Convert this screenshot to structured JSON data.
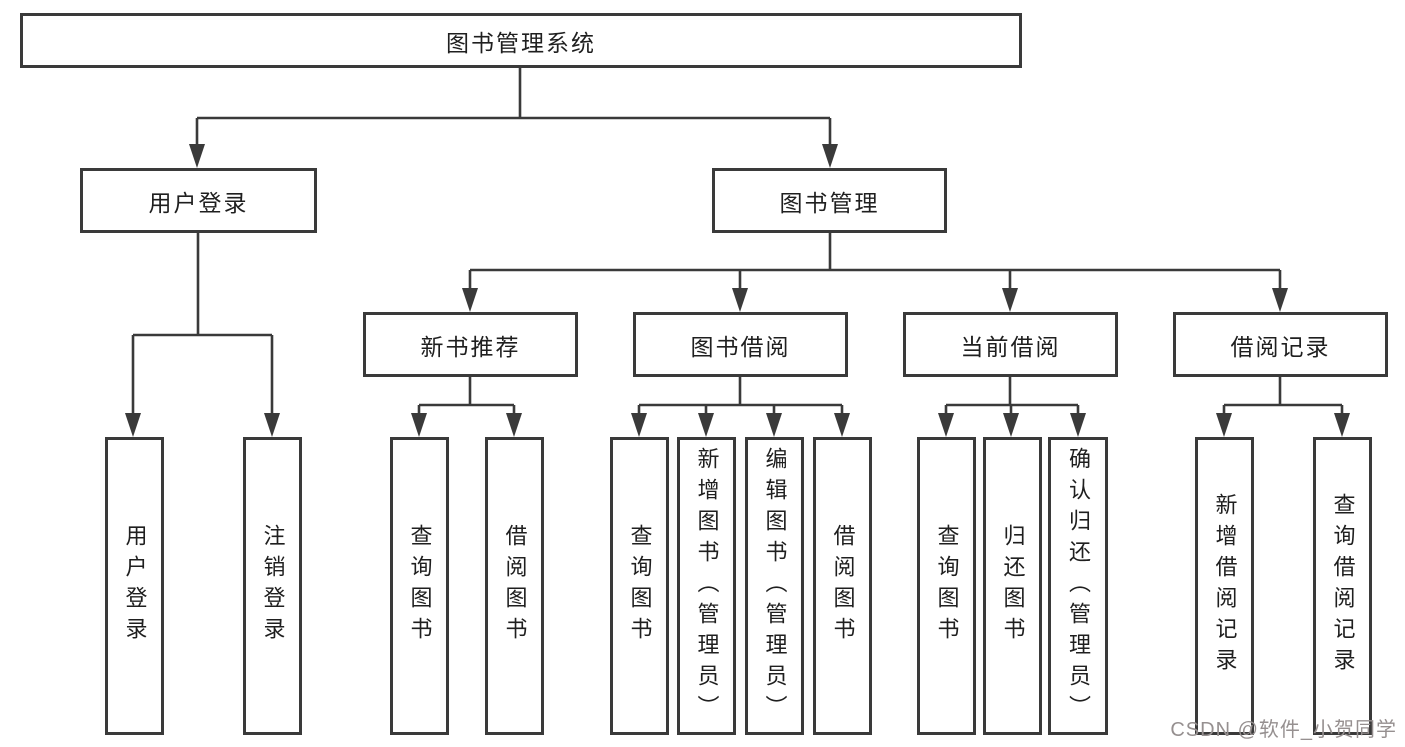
{
  "diagram": {
    "title": "图书管理系统",
    "root": {
      "label": "图书管理系统"
    },
    "level2": [
      {
        "id": "user-login",
        "label": "用户登录"
      },
      {
        "id": "book-management",
        "label": "图书管理"
      }
    ],
    "level3": [
      {
        "id": "new-book-recommend",
        "label": "新书推荐",
        "parent": "book-management"
      },
      {
        "id": "book-borrow",
        "label": "图书借阅",
        "parent": "book-management"
      },
      {
        "id": "current-borrow",
        "label": "当前借阅",
        "parent": "book-management"
      },
      {
        "id": "borrow-records",
        "label": "借阅记录",
        "parent": "book-management"
      }
    ],
    "leaves": [
      {
        "id": "user-login-leaf",
        "label": "用户登录",
        "parent": "user-login"
      },
      {
        "id": "logout",
        "label": "注销登录",
        "parent": "user-login"
      },
      {
        "id": "query-books-recommend",
        "label": "查询图书",
        "parent": "new-book-recommend"
      },
      {
        "id": "borrow-books-recommend",
        "label": "借阅图书",
        "parent": "new-book-recommend"
      },
      {
        "id": "query-books-borrow",
        "label": "查询图书",
        "parent": "book-borrow"
      },
      {
        "id": "add-book-admin",
        "label": "新增图书（管理员）",
        "parent": "book-borrow"
      },
      {
        "id": "edit-book-admin",
        "label": "编辑图书（管理员）",
        "parent": "book-borrow"
      },
      {
        "id": "borrow-books-borrow",
        "label": "借阅图书",
        "parent": "book-borrow"
      },
      {
        "id": "query-books-current",
        "label": "查询图书",
        "parent": "current-borrow"
      },
      {
        "id": "return-book",
        "label": "归还图书",
        "parent": "current-borrow"
      },
      {
        "id": "confirm-return-admin",
        "label": "确认归还（管理员）",
        "parent": "current-borrow"
      },
      {
        "id": "add-borrow-record",
        "label": "新增借阅记录",
        "parent": "borrow-records"
      },
      {
        "id": "query-borrow-record",
        "label": "查询借阅记录",
        "parent": "borrow-records"
      }
    ]
  },
  "watermark": {
    "text": "CSDN @软件_小贺同学",
    "color": "#969090"
  },
  "colors": {
    "line": "#3a3a3a",
    "box_border": "#3a3a3a",
    "text": "#1f1f1f",
    "background": "#ffffff"
  }
}
